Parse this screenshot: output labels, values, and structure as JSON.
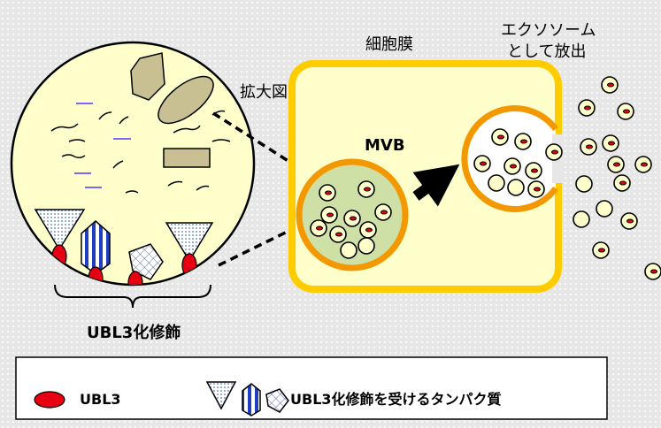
{
  "labels": {
    "cell_membrane": "細胞膜",
    "exosome_line1": "エクソソーム",
    "exosome_line2": "として放出",
    "magnified": "拡大図",
    "mvb": "MVB",
    "ubl3_modification": "UBL3化修飾"
  },
  "legend": {
    "ubl3": "UBL3",
    "proteins": "UBL3化修飾を受けるタンパク質"
  },
  "colors": {
    "ubl3_red": "#e60012",
    "membrane_yellow": "#ffcc00",
    "mvb_orange": "#f39800",
    "mvb_green": "#cfe0a6",
    "cell_fill": "#ffffcc",
    "organelle": "#c8bf93",
    "vesicle_fill": "#ffffcc",
    "er_purple": "#7b68ee",
    "triangle_blue": "#4f74c8",
    "stripe_blue": "#1f3fbf"
  }
}
